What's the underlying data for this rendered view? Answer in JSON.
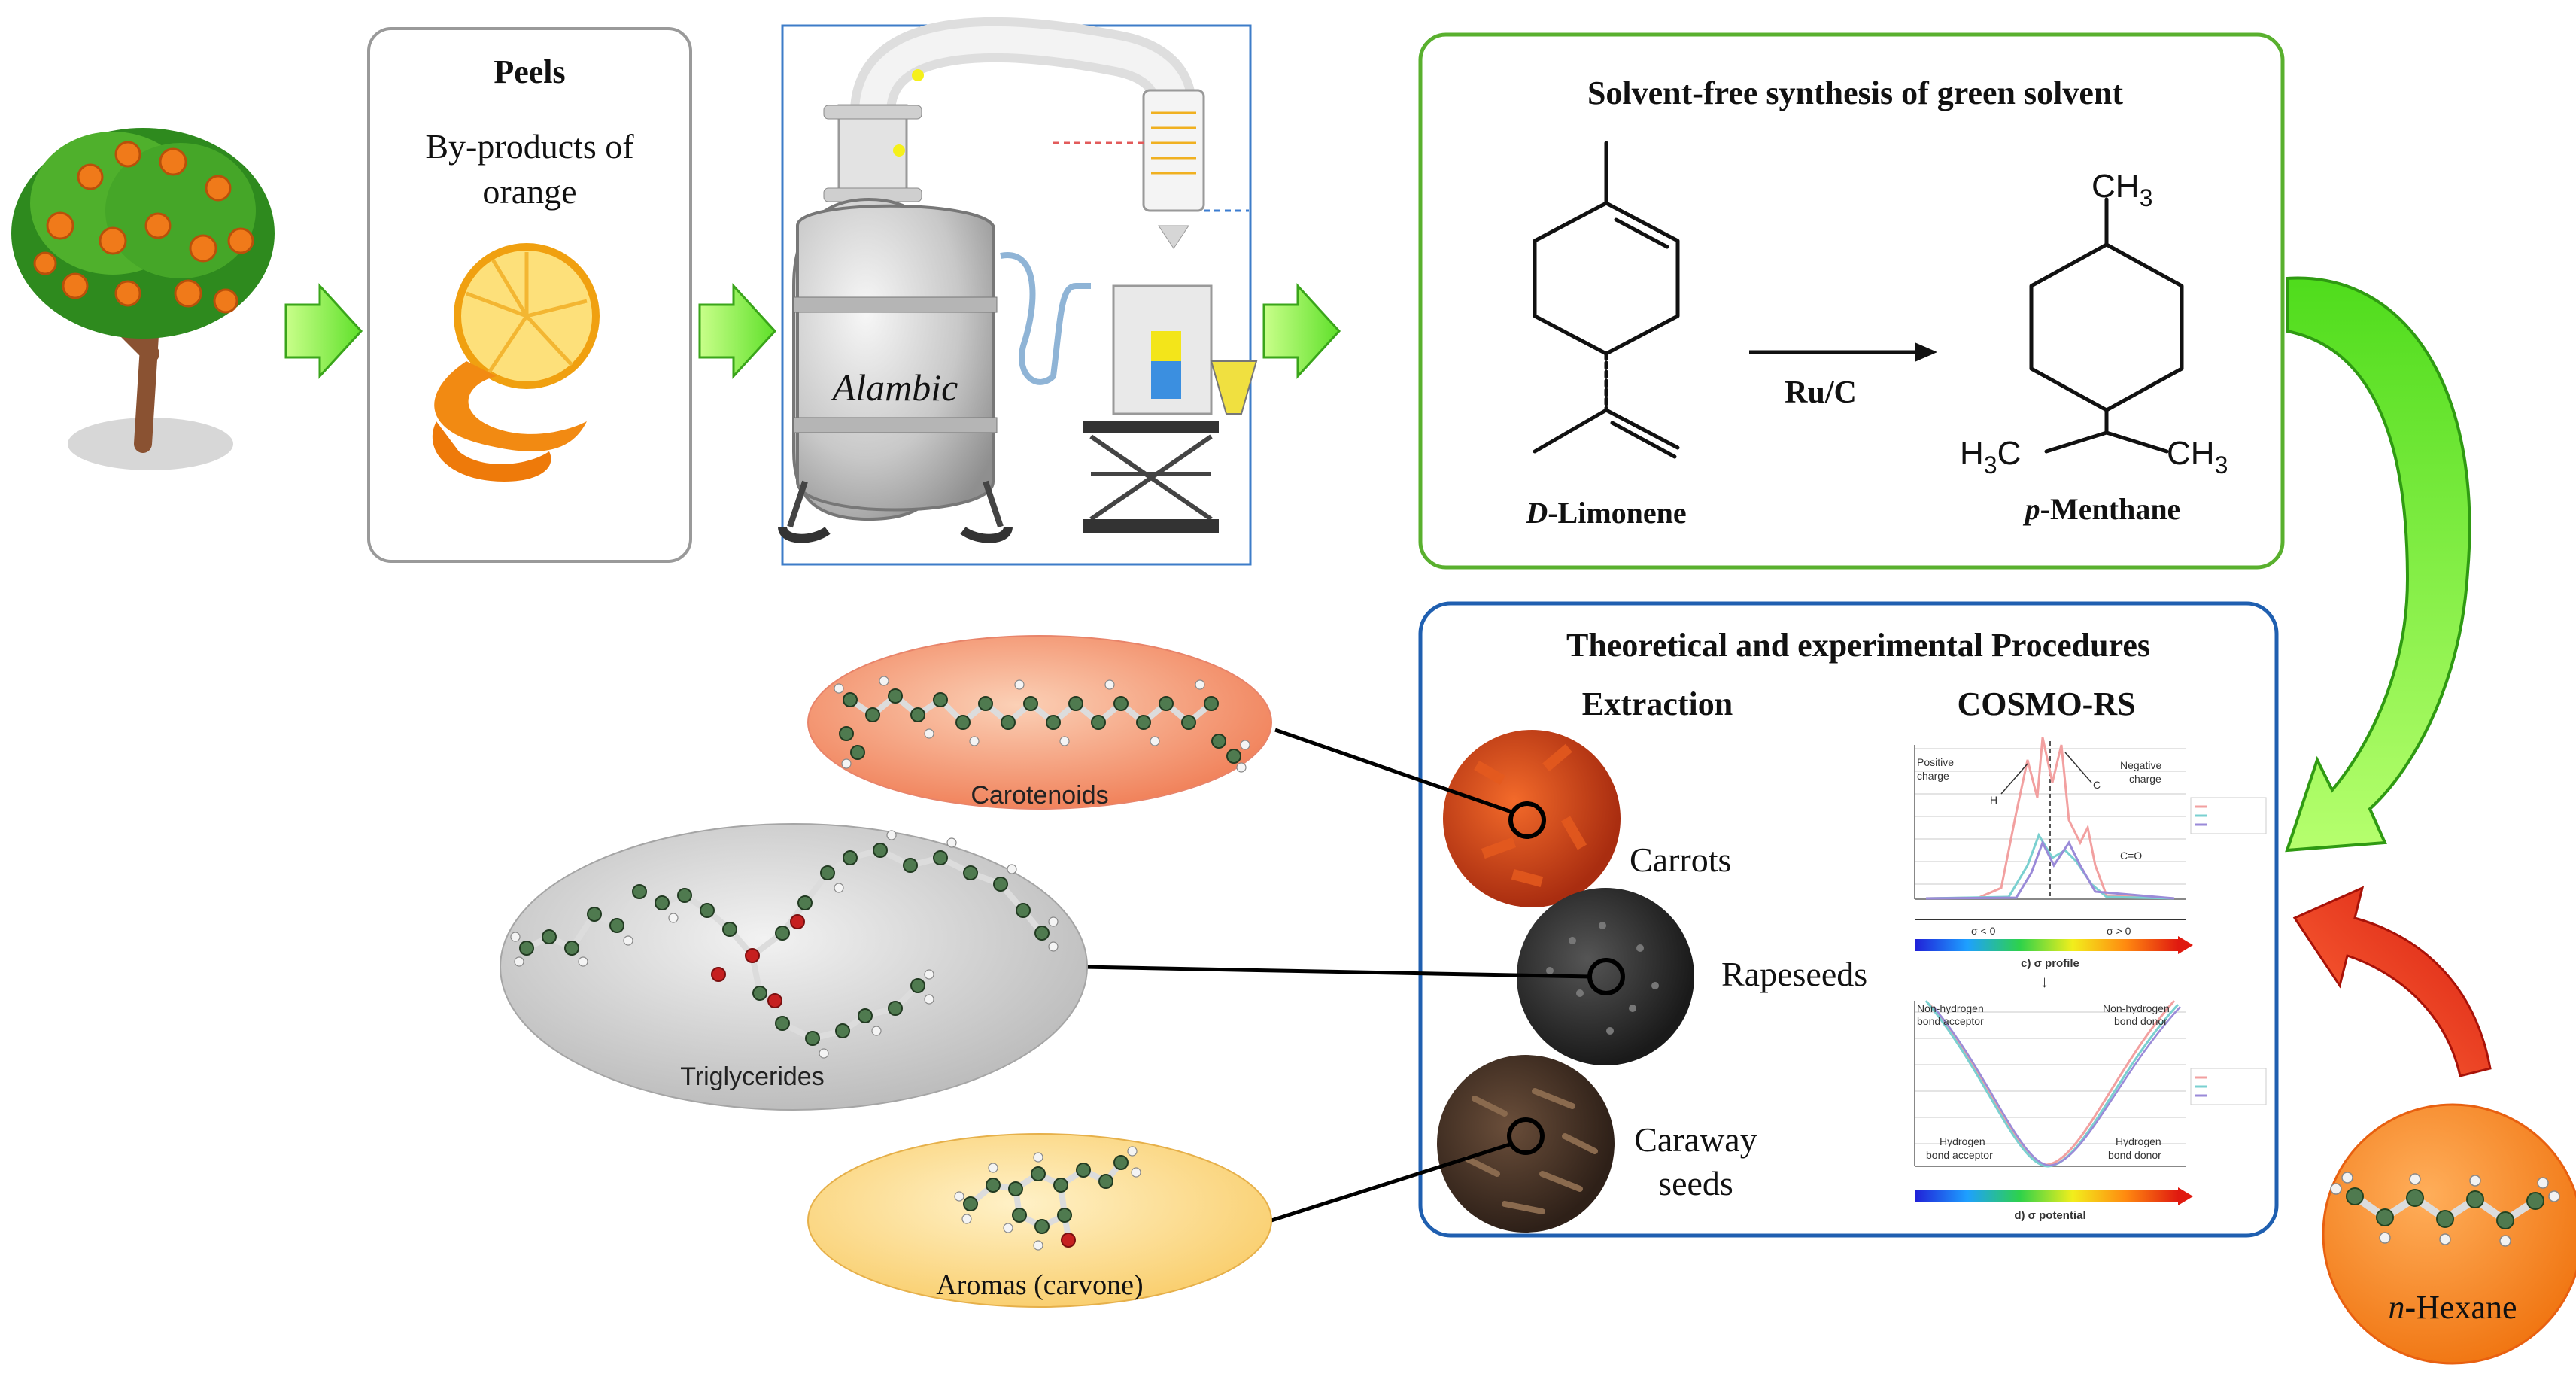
{
  "peels": {
    "title": "Peels",
    "desc_line1": "By-products of",
    "desc_line2": "orange"
  },
  "alambic": {
    "label": "Alambic"
  },
  "synthesis": {
    "title": "Solvent-free synthesis of green solvent",
    "reactant_prefix": "D",
    "reactant_suffix": "-Limonene",
    "product_prefix": "p",
    "product_suffix": "-Menthane",
    "catalyst": "Ru/C",
    "ch3_top": "CH3",
    "h3c_left": "H3C",
    "ch3_right": "CH3"
  },
  "procedures": {
    "title": "Theoretical and experimental Procedures",
    "extraction": "Extraction",
    "cosmo": "COSMO-RS",
    "carrots": "Carrots",
    "rapeseeds": "Rapeseeds",
    "caraway_line1": "Caraway",
    "caraway_line2": "seeds"
  },
  "molecules": {
    "carotenoids": "Carotenoids",
    "triglycerides": "Triglycerides",
    "aromas": "Aromas (carvone)"
  },
  "hexane": {
    "prefix": "n",
    "suffix": "-Hexane"
  },
  "sigma_profile": {
    "positive": "Positive",
    "positive2": "charge",
    "negative": "Negative",
    "negative2": "charge",
    "h": "H",
    "c": "C",
    "co": "C=O",
    "left_range": "σ < 0",
    "right_range": "σ > 0",
    "caption": "c) σ profile"
  },
  "sigma_potential": {
    "nh_acceptor1": "Non-hydrogen",
    "nh_acceptor2": "bond acceptor",
    "nh_donor1": "Non-hydrogen",
    "nh_donor2": "bond donor",
    "h_acceptor1": "Hydrogen",
    "h_acceptor2": "bond acceptor",
    "h_donor1": "Hydrogen",
    "h_donor2": "bond donor",
    "caption": "d) σ potential"
  },
  "colors": {
    "green_arrow": "#66ee33",
    "red_arrow": "#e8321e",
    "box_green": "#59b02e",
    "box_blue": "#1f5fb0",
    "box_gray": "#9a9a9a"
  }
}
